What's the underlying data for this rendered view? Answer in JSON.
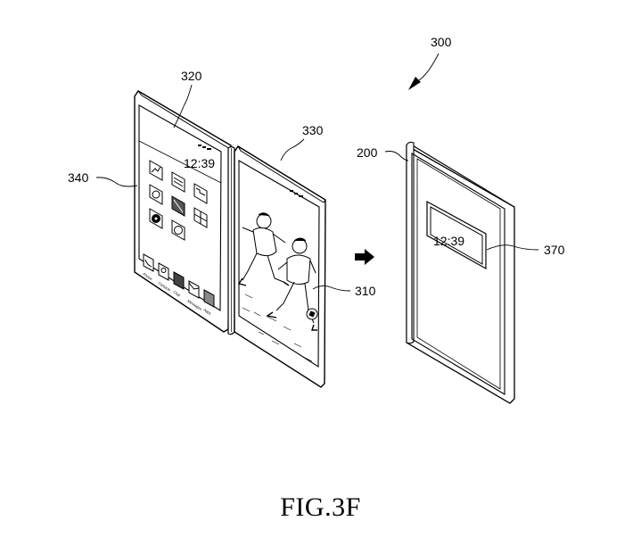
{
  "figure": {
    "caption": "FIG.3F",
    "references": {
      "assembly": "300",
      "first_display": "320",
      "second_display": "330",
      "app_screen": "340",
      "image_area": "310",
      "folded_device": "200",
      "clock_region": "370"
    },
    "unfolded_device": {
      "status_clock": "12:39",
      "dock_labels": [
        "Phone",
        "Contacts",
        "Chat",
        "Messages",
        "Apps"
      ]
    },
    "folded_device": {
      "clock": "12:39"
    }
  }
}
